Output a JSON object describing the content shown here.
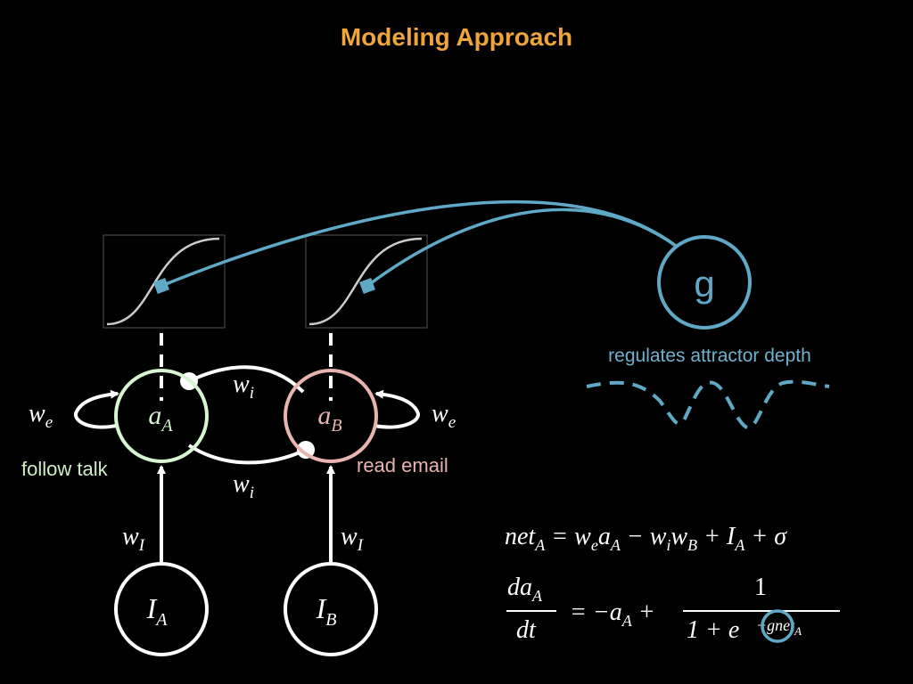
{
  "title": "Modeling Approach",
  "nodes": {
    "aA": {
      "main": "a",
      "sub": "A"
    },
    "aB": {
      "main": "a",
      "sub": "B"
    },
    "IA": {
      "main": "I",
      "sub": "A"
    },
    "IB": {
      "main": "I",
      "sub": "B"
    },
    "g": {
      "label": "g"
    }
  },
  "weights": {
    "we_left": {
      "main": "w",
      "sub": "e"
    },
    "we_right": {
      "main": "w",
      "sub": "e"
    },
    "wi_top": {
      "main": "w",
      "sub": "i"
    },
    "wi_bottom": {
      "main": "w",
      "sub": "i"
    },
    "wI_left": {
      "main": "w",
      "sub": "I"
    },
    "wI_right": {
      "main": "w",
      "sub": "I"
    }
  },
  "labels": {
    "follow_talk": "follow talk",
    "read_email": "read email",
    "regulates": "regulates attractor depth"
  },
  "equations": {
    "net": {
      "lhs_main": "net",
      "lhs_sub": "A",
      "eq": " = ",
      "t1_main": "w",
      "t1_sub": "e",
      "t2_main": "a",
      "t2_sub": "A",
      "minus": " − ",
      "t3_main": "w",
      "t3_sub": "i",
      "t4_main": "w",
      "t4_sub": "B",
      "plus1": " + ",
      "t5_main": "I",
      "t5_sub": "A",
      "plus2": " + ",
      "sigma": "σ"
    },
    "dadt": {
      "num_main": "da",
      "num_sub": "A",
      "den": "dt",
      "eq": " = −",
      "rhs_main": "a",
      "rhs_sub": "A",
      "plus": " + ",
      "frac_num": "1",
      "frac_den": "1 + e",
      "exp_minus": "−",
      "exp_g": "g",
      "exp_net": "net",
      "exp_sub": "A"
    }
  },
  "colors": {
    "title": "#f0a53a",
    "node_aA": "#d7f5d0",
    "node_aB": "#e8b4b0",
    "blue": "#5fa9c6",
    "white": "#ffffff",
    "follow_talk": "#cfeec6",
    "read_email": "#e8b4b0",
    "regulates": "#6fb2d0"
  },
  "icons": {
    "inhibitory_dot": "filled-circle",
    "sigmoid_plot": "sigmoid-curve",
    "gain_marker": "square"
  }
}
